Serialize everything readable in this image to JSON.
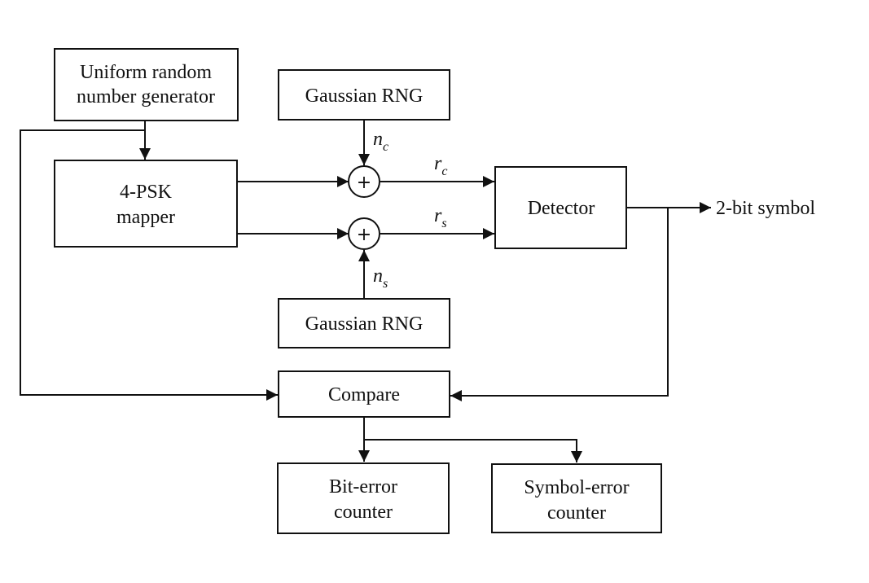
{
  "diagram": {
    "blocks": {
      "uniform_rng": {
        "line1": "Uniform random",
        "line2": "number generator"
      },
      "gaussian_rng_top": "Gaussian RNG",
      "psk_mapper": {
        "line1": "4-PSK",
        "line2": "mapper"
      },
      "detector": "Detector",
      "gaussian_rng_bottom": "Gaussian RNG",
      "compare": "Compare",
      "bit_error_counter": {
        "line1": "Bit-error",
        "line2": "counter"
      },
      "symbol_error_counter": {
        "line1": "Symbol-error",
        "line2": "counter"
      }
    },
    "summing_junction_symbol": "+",
    "signals": {
      "nc": {
        "base": "n",
        "sub": "c"
      },
      "ns": {
        "base": "n",
        "sub": "s"
      },
      "rc": {
        "base": "r",
        "sub": "c"
      },
      "rs": {
        "base": "r",
        "sub": "s"
      }
    },
    "output_label": "2-bit symbol"
  }
}
